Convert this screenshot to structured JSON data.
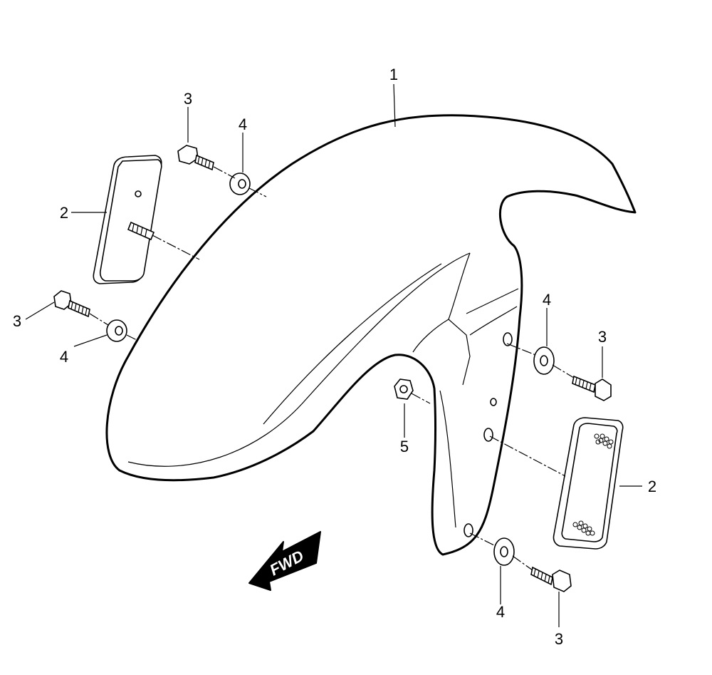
{
  "direction_label": "FWD",
  "callouts": {
    "fender": "1",
    "reflector_left": "2",
    "reflector_right": "2",
    "screw_top_left": "3",
    "screw_mid_left": "3",
    "screw_right_upper": "3",
    "screw_right_lower": "3",
    "washer_top_left": "4",
    "washer_mid_left": "4",
    "washer_right_upper": "4",
    "washer_right_lower": "4",
    "nut": "5"
  }
}
